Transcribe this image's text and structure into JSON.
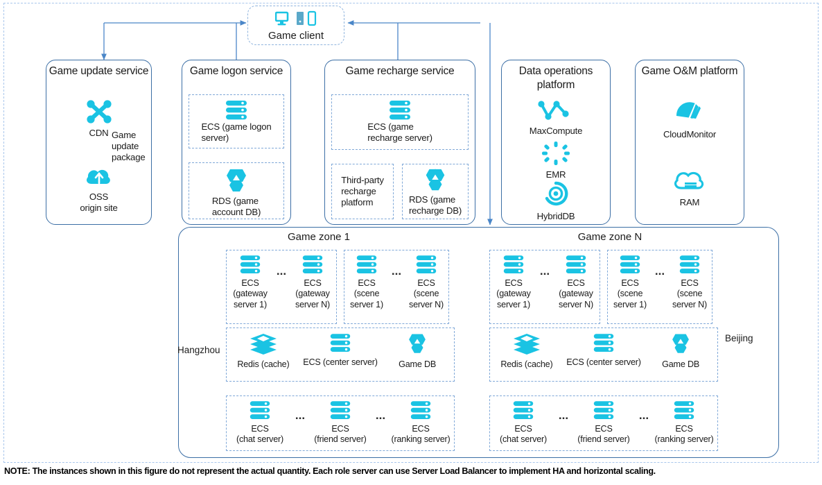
{
  "colors": {
    "cyan": "#1ac3e3",
    "border_blue": "#3b6ea5",
    "dash_blue": "#7fa8d8",
    "arrow_blue": "#4a86c8",
    "frame_blue": "#a8c6ec"
  },
  "client": {
    "label": "Game client",
    "icons": [
      "monitor-icon",
      "desktop-tower-icon",
      "mobile-phone-icon"
    ]
  },
  "services": [
    {
      "id": "game-update-service",
      "title": "Game update\nservice",
      "nodes": [
        {
          "id": "cdn",
          "label": "CDN",
          "icon": "cdn-icon"
        },
        {
          "id": "oss",
          "label": "OSS\norigin site",
          "icon": "oss-icon"
        }
      ],
      "edge_label": "Game\nupdate\npackage"
    },
    {
      "id": "game-logon-service",
      "title": "Game logon\nservice",
      "nodes": [
        {
          "id": "ecs-logon",
          "label": "ECS (game logon\nserver)",
          "icon": "ecs-server-icon"
        },
        {
          "id": "rds-account",
          "label": "RDS (game\naccount DB)",
          "icon": "rds-icon"
        }
      ]
    },
    {
      "id": "game-recharge-service",
      "title": "Game recharge\nservice",
      "nodes": [
        {
          "id": "ecs-recharge",
          "label": "ECS (game\nrecharge server)",
          "icon": "ecs-server-icon"
        },
        {
          "id": "third-party",
          "label": "Third-party\nrecharge\nplatform",
          "icon": "none"
        },
        {
          "id": "rds-recharge",
          "label": "RDS (game\nrecharge DB)",
          "icon": "rds-icon"
        }
      ]
    },
    {
      "id": "data-operations-platform",
      "title": "Data operations\nplatform",
      "nodes": [
        {
          "id": "maxcompute",
          "label": "MaxCompute",
          "icon": "maxcompute-icon"
        },
        {
          "id": "emr",
          "label": "EMR",
          "icon": "emr-icon"
        },
        {
          "id": "hybriddb",
          "label": "HybridDB",
          "icon": "hybriddb-icon"
        }
      ]
    },
    {
      "id": "game-om-platform",
      "title": "Game O&M\nplatform",
      "nodes": [
        {
          "id": "cloudmonitor",
          "label": "CloudMonitor",
          "icon": "cloudmonitor-icon"
        },
        {
          "id": "ram",
          "label": "RAM",
          "icon": "ram-cloud-icon"
        }
      ]
    }
  ],
  "zones": [
    {
      "id": "game-zone-1",
      "title": "Game zone 1",
      "region": "Hangzhou",
      "gateway_group": {
        "items": [
          {
            "label": "ECS\n(gateway\nserver 1)",
            "icon": "ecs-server-icon"
          },
          {
            "label": "ECS\n(gateway\nserver N)",
            "icon": "ecs-server-icon"
          }
        ],
        "ellipsis": "..."
      },
      "scene_group": {
        "items": [
          {
            "label": "ECS\n(scene\nserver 1)",
            "icon": "ecs-server-icon"
          },
          {
            "label": "ECS\n(scene\nserver N)",
            "icon": "ecs-server-icon"
          }
        ],
        "ellipsis": "..."
      },
      "center_row": [
        {
          "label": "Redis (cache)",
          "icon": "redis-icon"
        },
        {
          "label": "ECS (center server)",
          "icon": "ecs-server-icon"
        },
        {
          "label": "Game DB",
          "icon": "rds-icon"
        }
      ],
      "service_row": {
        "items": [
          {
            "label": "ECS\n(chat server)",
            "icon": "ecs-server-icon"
          },
          {
            "label": "ECS\n(friend server)",
            "icon": "ecs-server-icon"
          },
          {
            "label": "ECS\n(ranking server)",
            "icon": "ecs-server-icon"
          }
        ],
        "ellipsis": "..."
      }
    },
    {
      "id": "game-zone-n",
      "title": "Game zone N",
      "region": "Beijing",
      "gateway_group": {
        "items": [
          {
            "label": "ECS\n(gateway\nserver 1)",
            "icon": "ecs-server-icon"
          },
          {
            "label": "ECS\n(gateway\nserver N)",
            "icon": "ecs-server-icon"
          }
        ],
        "ellipsis": "..."
      },
      "scene_group": {
        "items": [
          {
            "label": "ECS\n(scene\nserver 1)",
            "icon": "ecs-server-icon"
          },
          {
            "label": "ECS\n(scene\nserver N)",
            "icon": "ecs-server-icon"
          }
        ],
        "ellipsis": "..."
      },
      "center_row": [
        {
          "label": "Redis (cache)",
          "icon": "redis-icon"
        },
        {
          "label": "ECS (center server)",
          "icon": "ecs-server-icon"
        },
        {
          "label": "Game DB",
          "icon": "rds-icon"
        }
      ],
      "service_row": {
        "items": [
          {
            "label": "ECS\n(chat server)",
            "icon": "ecs-server-icon"
          },
          {
            "label": "ECS\n(friend server)",
            "icon": "ecs-server-icon"
          },
          {
            "label": "ECS\n(ranking server)",
            "icon": "ecs-server-icon"
          }
        ],
        "ellipsis": "..."
      }
    }
  ],
  "note": "NOTE: The instances shown in this figure do not represent the actual quantity. Each role server can use Server Load Balancer to implement HA and horizontal scaling."
}
